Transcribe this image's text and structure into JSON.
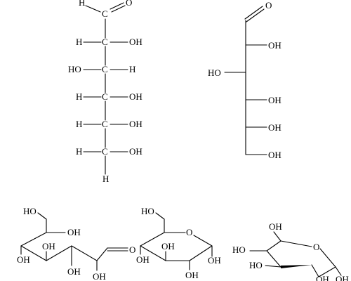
{
  "colors": {
    "ink": "#000000",
    "background": "#ffffff"
  },
  "labels": {
    "O": "O",
    "H": "H",
    "C": "C",
    "OH": "OH",
    "HO": "HO"
  },
  "structures": [
    {
      "id": "fischer-projection"
    },
    {
      "id": "zigzag-open-chain"
    },
    {
      "id": "open-chain-perspective"
    },
    {
      "id": "haworth-ring"
    },
    {
      "id": "chair-conformation"
    }
  ]
}
